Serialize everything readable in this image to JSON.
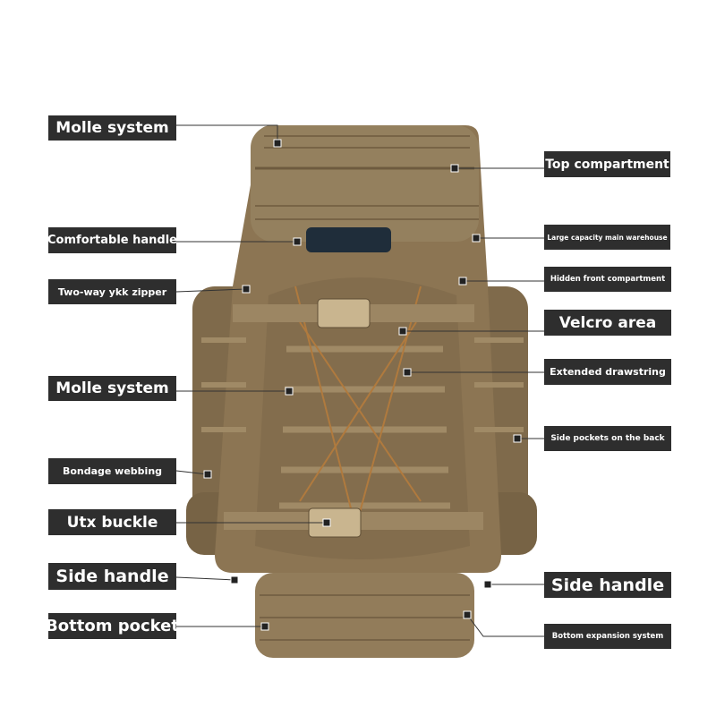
{
  "colors": {
    "label_bg": "#2e2e2e",
    "label_text": "#ffffff",
    "backpack": "#8c7553",
    "webbing": "#a08a66",
    "handle": "#1f2d3a"
  },
  "left_labels": [
    {
      "text": "Molle system"
    },
    {
      "text": "Comfortable handle"
    },
    {
      "text": "Two-way ykk zipper"
    },
    {
      "text": "Molle system"
    },
    {
      "text": "Bondage webbing"
    },
    {
      "text": "Utx buckle"
    },
    {
      "text": "Side handle"
    },
    {
      "text": "Bottom pocket"
    }
  ],
  "right_labels": [
    {
      "text": "Top compartment"
    },
    {
      "text": "Large capacity main warehouse"
    },
    {
      "text": "Hidden front compartment"
    },
    {
      "text": "Velcro area"
    },
    {
      "text": "Extended drawstring"
    },
    {
      "text": "Side pockets on the back"
    },
    {
      "text": "Side handle"
    },
    {
      "text": "Bottom expansion system"
    }
  ]
}
